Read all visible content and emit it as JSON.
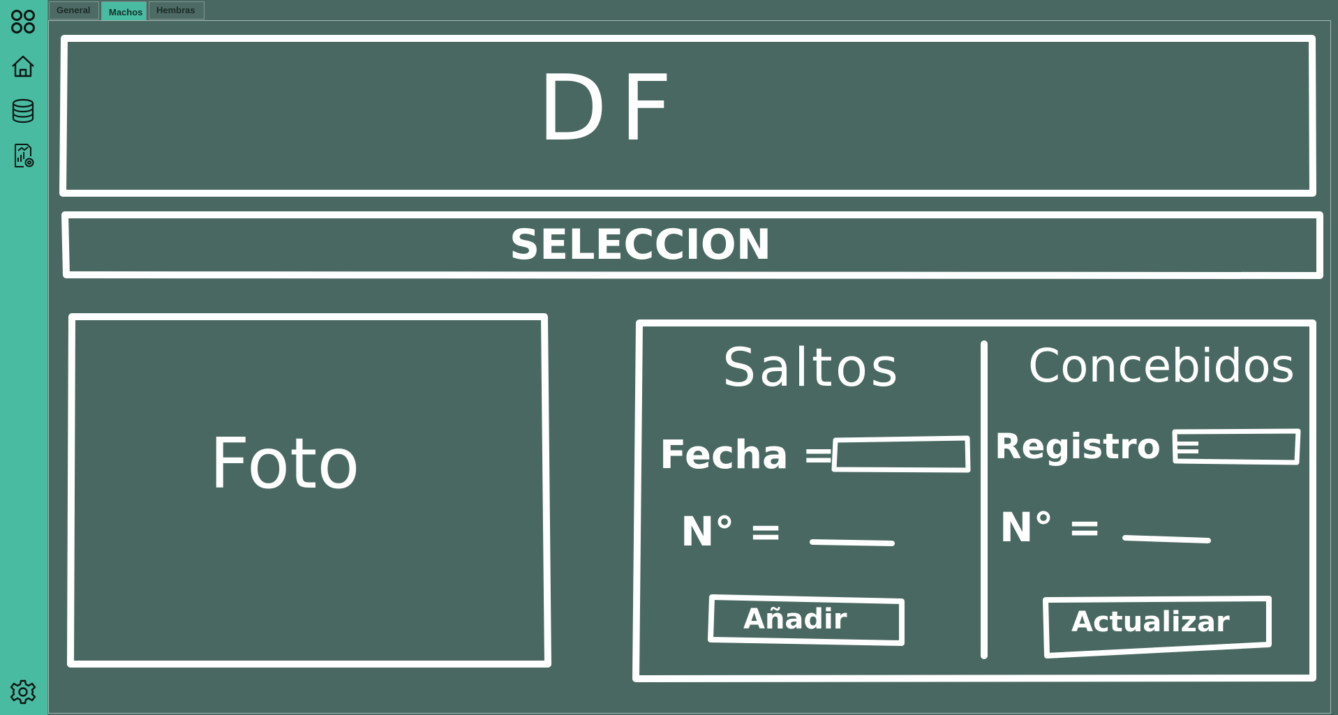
{
  "sidebar": {
    "items": [
      {
        "icon": "grid-icon"
      },
      {
        "icon": "home-icon"
      },
      {
        "icon": "database-icon"
      },
      {
        "icon": "report-settings-icon"
      }
    ],
    "footer_icon": "settings-icon"
  },
  "tabs": [
    {
      "label": "General",
      "active": false
    },
    {
      "label": "Machos",
      "active": true
    },
    {
      "label": "Hembras",
      "active": false
    }
  ],
  "sketch": {
    "header": "DF",
    "banner": "SELECCION",
    "photo_label": "Foto",
    "saltos": {
      "title": "Saltos",
      "fecha_label": "Fecha =",
      "numero_label": "N° =",
      "button": "Añadir"
    },
    "concebidos": {
      "title": "Concebidos",
      "registro_label": "Registro =",
      "numero_label": "N° =",
      "button": "Actualizar"
    }
  }
}
